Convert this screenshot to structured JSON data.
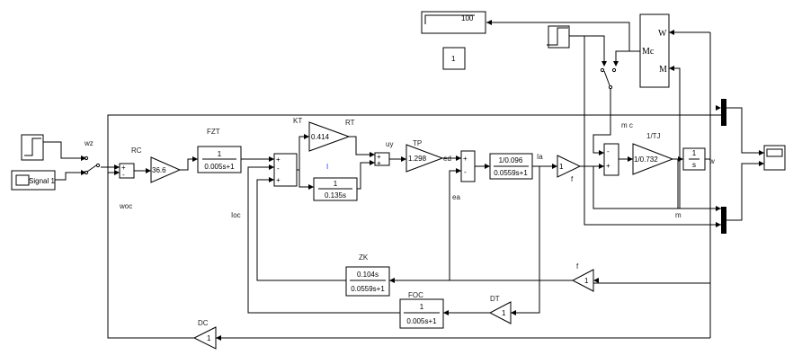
{
  "sources": {
    "signal_label": "Signal 1"
  },
  "display": {
    "value": "100"
  },
  "constant": {
    "value": "1"
  },
  "motor": {
    "w_port": "W",
    "mc_port": "Mc",
    "m_port": "M"
  },
  "labels": {
    "wz": "wz",
    "RC": "RC",
    "FZT": "FZT",
    "KT": "KT",
    "RT": "RT",
    "I": "I",
    "uy": "uy",
    "TP": "TP",
    "ed": "ed",
    "ea": "ea",
    "Ia": "Ia",
    "f": "f",
    "mc": "m c",
    "TJ": "1/TJ",
    "w": "w",
    "m": "m",
    "woc": "woc",
    "Ioc": "Ioc",
    "ZK": "ZK",
    "f2": "f",
    "FOC": "FOC",
    "DT": "DT",
    "DC": "DC"
  },
  "blocks": {
    "rc_gain": "36.6",
    "fzt_num": "1",
    "fzt_den": "0.005s+1",
    "kt_gain": "0.414",
    "i_num": "1",
    "i_den": "0.135s",
    "tp_gain": "1.298",
    "arm_num": "1/0.096",
    "arm_den": "0.0559s+1",
    "f_gain": "1",
    "tj_gain": "1/0.732",
    "int_num": "1",
    "int_den": "s",
    "zk_num": "0.104s",
    "zk_den": "0.0559s+1",
    "f2_gain": "1",
    "foc_num": "1",
    "foc_den": "0.005s+1",
    "dt_gain": "1",
    "dc_gain": "1"
  },
  "signs": {
    "plus": "+",
    "minus": "-"
  }
}
